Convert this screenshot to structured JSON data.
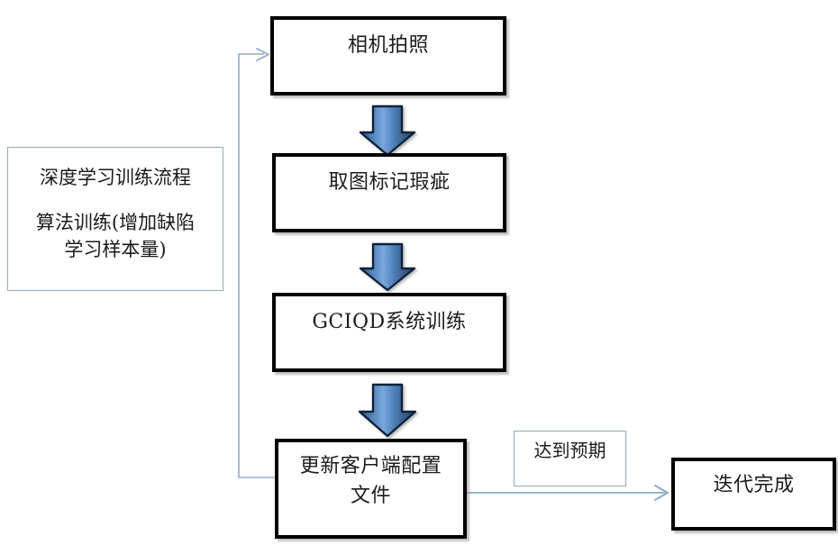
{
  "diagram": {
    "title_note": {
      "line1": "深度学习训练流程",
      "line2": "算法训练(增加缺陷\n学习样本量)"
    },
    "nodes": {
      "camera": "相机拍照",
      "mark": "取图标记瑕疵",
      "train": "GCIQD系统训练",
      "update": "更新客户端配置\n文件",
      "done": "迭代完成"
    },
    "labels": {
      "expected": "达到预期"
    },
    "colors": {
      "node_border": "#000000",
      "note_border": "#8faac4",
      "arrow_fill_light": "#6f9bd1",
      "arrow_fill_dark": "#1f3a5f",
      "arrow_outline": "#10213a",
      "connector_line": "#8faac4",
      "background": "#ffffff",
      "text": "#1c1c1c"
    },
    "arrows": {
      "block_arrow_1": "down-block-arrow",
      "block_arrow_2": "down-block-arrow",
      "block_arrow_3": "down-block-arrow",
      "feedback_loop": "feedback-loop-arrow",
      "to_done": "right-arrow"
    }
  }
}
